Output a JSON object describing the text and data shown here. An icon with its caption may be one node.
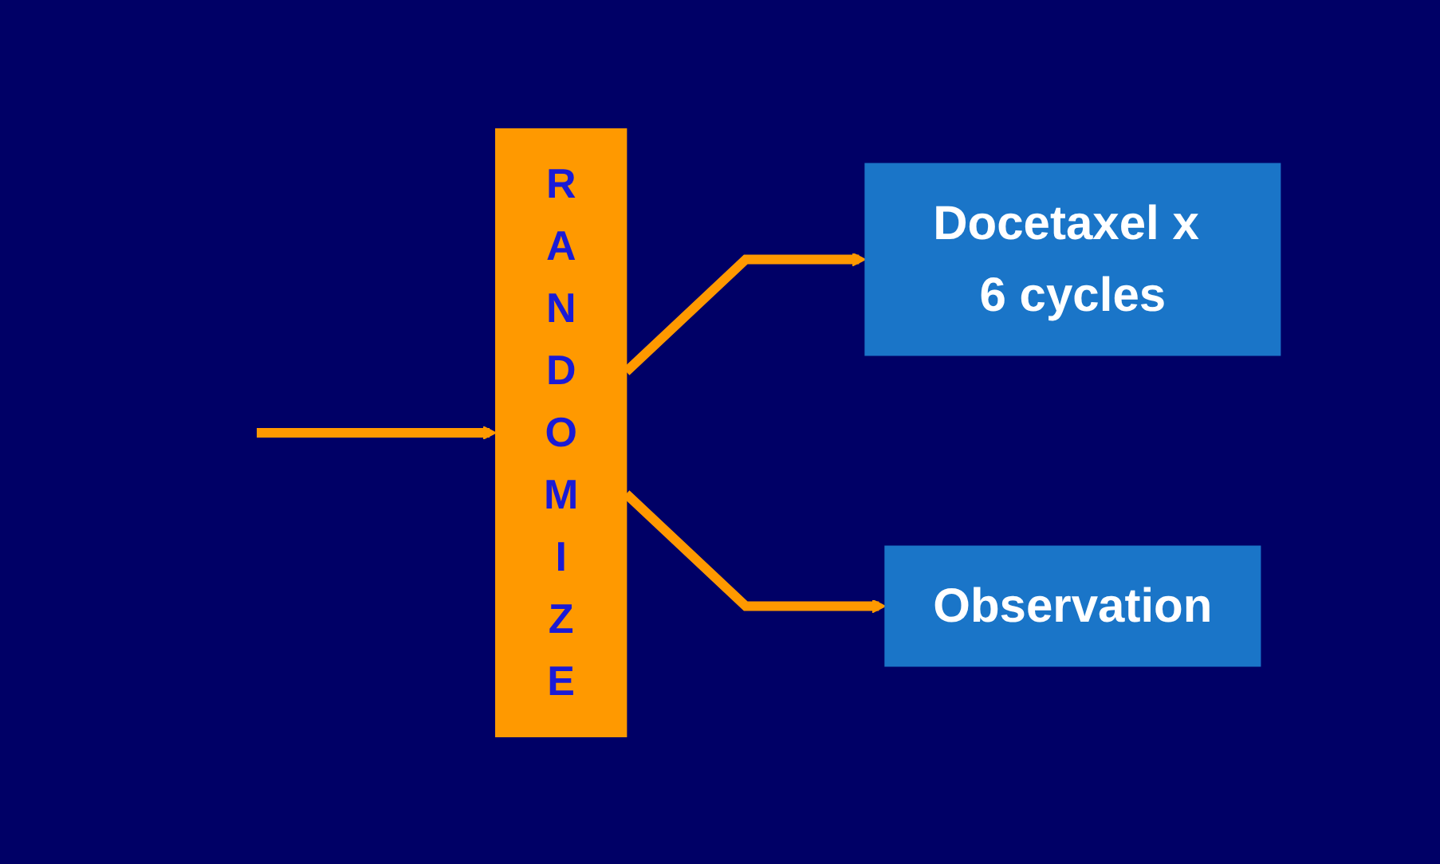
{
  "diagram": {
    "nodes": [
      {
        "text": [
          "RANDOMIZE"
        ]
      },
      {
        "text": [
          "Docetaxel x 6 cycles"
        ]
      },
      {
        "text": [
          "Observation"
        ]
      }
    ],
    "edges": [
      {
        "from": null,
        "to": 0,
        "arrow": "to"
      },
      {
        "from": 0,
        "to": 1,
        "arrow": "to"
      },
      {
        "from": 0,
        "to": 2,
        "arrow": "to"
      }
    ]
  }
}
